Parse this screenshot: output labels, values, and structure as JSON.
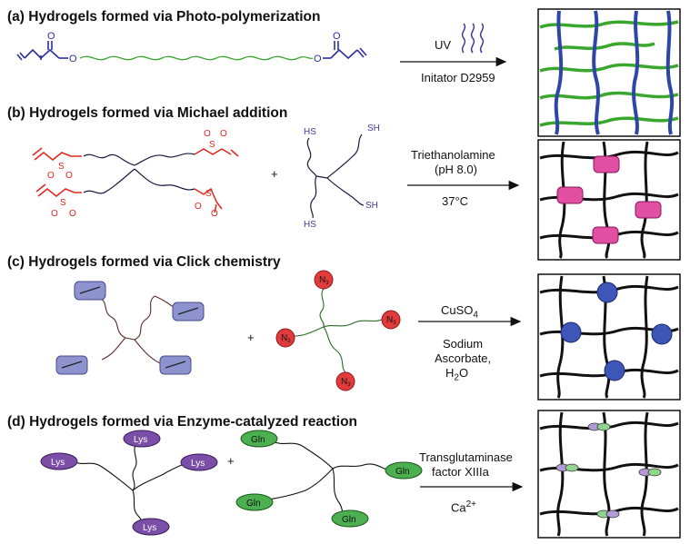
{
  "panels": [
    {
      "id": "a",
      "title": "(a) Hydrogels formed via Photo-polymerization",
      "conditions": {
        "above": "UV",
        "below": "Initator D2959"
      }
    },
    {
      "id": "b",
      "title": "(b) Hydrogels formed via Michael addition",
      "conditions": {
        "above_1": "Triethanolamine",
        "above_2": "(pH 8.0)",
        "below": "37°C"
      },
      "thiol_labels": [
        "HS",
        "SH",
        "SH",
        "HS"
      ],
      "plus": "+"
    },
    {
      "id": "c",
      "title": "(c) Hydrogels formed via Click chemistry",
      "conditions": {
        "above": "CuSO",
        "above_sub": "4",
        "below_1": "Sodium",
        "below_2": "Ascorbate,",
        "below_3": "H",
        "below_3_sub": "2",
        "below_3_end": "O"
      },
      "azide_label": "N",
      "azide_sub": "3",
      "plus": "+"
    },
    {
      "id": "d",
      "title": "(d) Hydrogels formed via Enzyme-catalyzed reaction",
      "conditions": {
        "above_1": "Transglutaminase",
        "above_2": "factor XIIIa",
        "below": "Ca",
        "below_sup": "2+"
      },
      "lys_label": "Lys",
      "gln_label": "Gln",
      "plus": "+"
    }
  ],
  "colors": {
    "acrylate": "#2b2ea0",
    "peg_green": "#3aa62e",
    "vinyl_sulfone_red": "#e0261f",
    "thiol_blue": "#3e3e9a",
    "network_blue": "#2d46a8",
    "pink_box": "#e04fa2",
    "alkyne_box": "#8d93cf",
    "azide_red": "#e23b3b",
    "triazole_blue": "#3d56b8",
    "lys_purple": "#7b4fa8",
    "gln_green": "#4caf50"
  }
}
